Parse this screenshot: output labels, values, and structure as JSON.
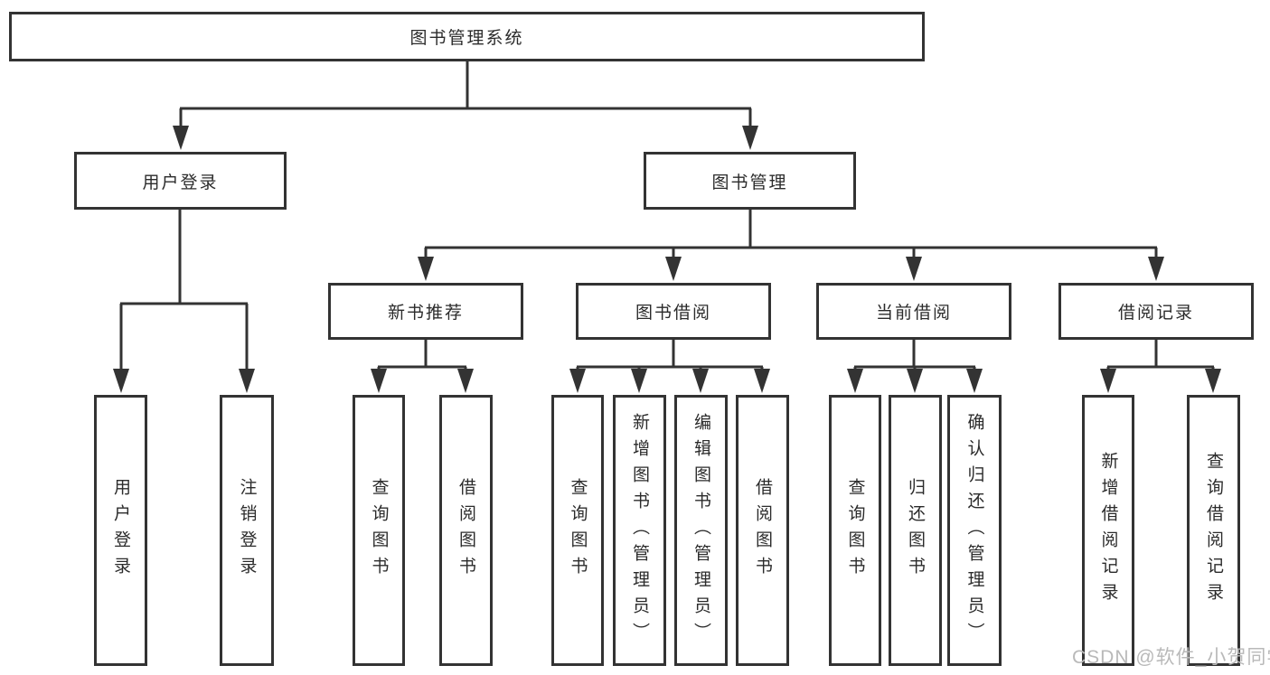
{
  "diagram": {
    "title_node": {
      "label": "图书管理系统"
    },
    "level2": [
      {
        "id": "user-login",
        "label": "用户登录"
      },
      {
        "id": "book-management",
        "label": "图书管理"
      }
    ],
    "level3": [
      {
        "id": "new-book-recommend",
        "label": "新书推荐"
      },
      {
        "id": "book-borrow",
        "label": "图书借阅"
      },
      {
        "id": "current-borrow",
        "label": "当前借阅"
      },
      {
        "id": "borrow-records",
        "label": "借阅记录"
      }
    ],
    "leaves": [
      {
        "id": "user-login-leaf",
        "parent": "user-login",
        "label": "用户登录"
      },
      {
        "id": "logout",
        "parent": "user-login",
        "label": "注销登录"
      },
      {
        "id": "query-book-1",
        "parent": "new-book-recommend",
        "label": "查询图书"
      },
      {
        "id": "borrow-book-1",
        "parent": "new-book-recommend",
        "label": "借阅图书"
      },
      {
        "id": "query-book-2",
        "parent": "book-borrow",
        "label": "查询图书"
      },
      {
        "id": "add-book-admin",
        "parent": "book-borrow",
        "label": "新增图书（管理员）"
      },
      {
        "id": "edit-book-admin",
        "parent": "book-borrow",
        "label": "编辑图书（管理员）"
      },
      {
        "id": "borrow-book-2",
        "parent": "book-borrow",
        "label": "借阅图书"
      },
      {
        "id": "query-book-3",
        "parent": "current-borrow",
        "label": "查询图书"
      },
      {
        "id": "return-book",
        "parent": "current-borrow",
        "label": "归还图书"
      },
      {
        "id": "confirm-return-admin",
        "parent": "current-borrow",
        "label": "确认归还（管理员）"
      },
      {
        "id": "add-borrow-record",
        "parent": "borrow-records",
        "label": "新增借阅记录"
      },
      {
        "id": "query-borrow-record",
        "parent": "borrow-records",
        "label": "查询借阅记录"
      }
    ]
  },
  "watermark": {
    "text": "CSDN @软件_小贺同学"
  },
  "colors": {
    "line": "#333333",
    "border": "#333333",
    "text": "#2b2b2b",
    "watermark": "#b9b9b9",
    "background": "#ffffff"
  }
}
